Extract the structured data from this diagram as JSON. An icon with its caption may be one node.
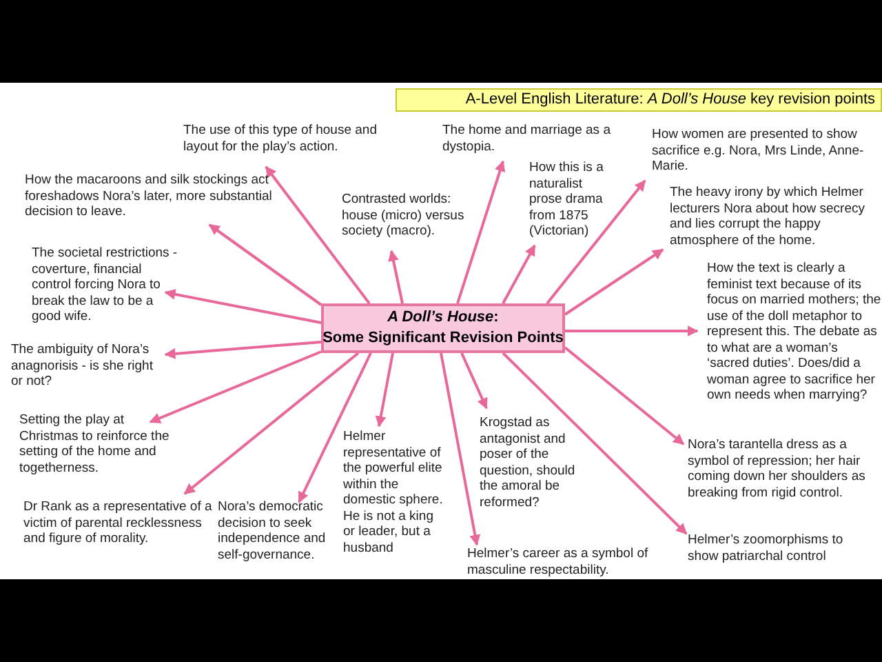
{
  "diagram": {
    "title": "A-Level English Literature: *A Doll’s House* key revision points",
    "nodes": [
      {
        "text": [
          "*A Doll’s House*:",
          "Some Significant Revision Points"
        ]
      },
      {
        "text": [
          "The use of this type of house and layout for the play’s action."
        ]
      },
      {
        "text": [
          "The home and marriage as a dystopia."
        ]
      },
      {
        "text": [
          "How women are presented to show sacrifice e.g. Nora, Mrs Linde, Anne-Marie."
        ]
      },
      {
        "text": [
          "How the macaroons and silk stockings act foreshadows Nora’s later, more substantial decision to leave."
        ]
      },
      {
        "text": [
          "How this is a naturalist prose drama from 1875 (Victorian)"
        ]
      },
      {
        "text": [
          "The heavy irony by which Helmer lecturers Nora about how secrecy and lies corrupt the happy atmosphere of the home."
        ]
      },
      {
        "text": [
          "Contrasted worlds: house (micro) versus society (macro)."
        ]
      },
      {
        "text": [
          "The societal restrictions - coverture, financial control forcing Nora to break the law to be a good wife."
        ]
      },
      {
        "text": [
          "How the text is clearly a feminist text because of its focus on married mothers; the use of the doll metaphor to represent this. The debate as to what are a woman’s ‘sacred duties’. Does/did a woman agree to sacrifice her own needs when marrying?"
        ]
      },
      {
        "text": [
          "The ambiguity of Nora’s anagnorisis - is she right or not?"
        ]
      },
      {
        "text": [
          "Setting the play at Christmas to reinforce the setting of the home and togetherness."
        ]
      },
      {
        "text": [
          "Helmer representative of the powerful elite within the domestic sphere. He is not a king or leader, but a husband"
        ]
      },
      {
        "text": [
          "Krogstad as antagonist and poser of the question, should the amoral be reformed?"
        ]
      },
      {
        "text": [
          "Nora’s tarantella dress as a symbol of repression; her hair coming down her shoulders as breaking from rigid control."
        ]
      },
      {
        "text": [
          "Dr Rank as a representative of a victim of parental recklessness and figure of morality."
        ]
      },
      {
        "text": [
          "Nora’s democratic decision to seek independence and self-governance."
        ]
      },
      {
        "text": [
          "Helmer’s zoomorphisms to show patriarchal control"
        ]
      },
      {
        "text": [
          "Helmer’s career as a symbol of masculine respectability."
        ]
      }
    ],
    "edges": [
      {
        "from": 0,
        "to": 1,
        "arrow": "to"
      },
      {
        "from": 0,
        "to": 2,
        "arrow": "to"
      },
      {
        "from": 0,
        "to": 3,
        "arrow": "to"
      },
      {
        "from": 0,
        "to": 4,
        "arrow": "to"
      },
      {
        "from": 0,
        "to": 5,
        "arrow": "to"
      },
      {
        "from": 0,
        "to": 6,
        "arrow": "to"
      },
      {
        "from": 0,
        "to": 7,
        "arrow": "to"
      },
      {
        "from": 0,
        "to": 8,
        "arrow": "to"
      },
      {
        "from": 0,
        "to": 9,
        "arrow": "to"
      },
      {
        "from": 0,
        "to": 10,
        "arrow": "to"
      },
      {
        "from": 0,
        "to": 11,
        "arrow": "to"
      },
      {
        "from": 0,
        "to": 12,
        "arrow": "to"
      },
      {
        "from": 0,
        "to": 13,
        "arrow": "to"
      },
      {
        "from": 0,
        "to": 14,
        "arrow": "to"
      },
      {
        "from": 0,
        "to": 15,
        "arrow": "to"
      },
      {
        "from": 0,
        "to": 16,
        "arrow": "to"
      },
      {
        "from": 0,
        "to": 17,
        "arrow": "to"
      },
      {
        "from": 0,
        "to": 18,
        "arrow": "to"
      }
    ]
  }
}
